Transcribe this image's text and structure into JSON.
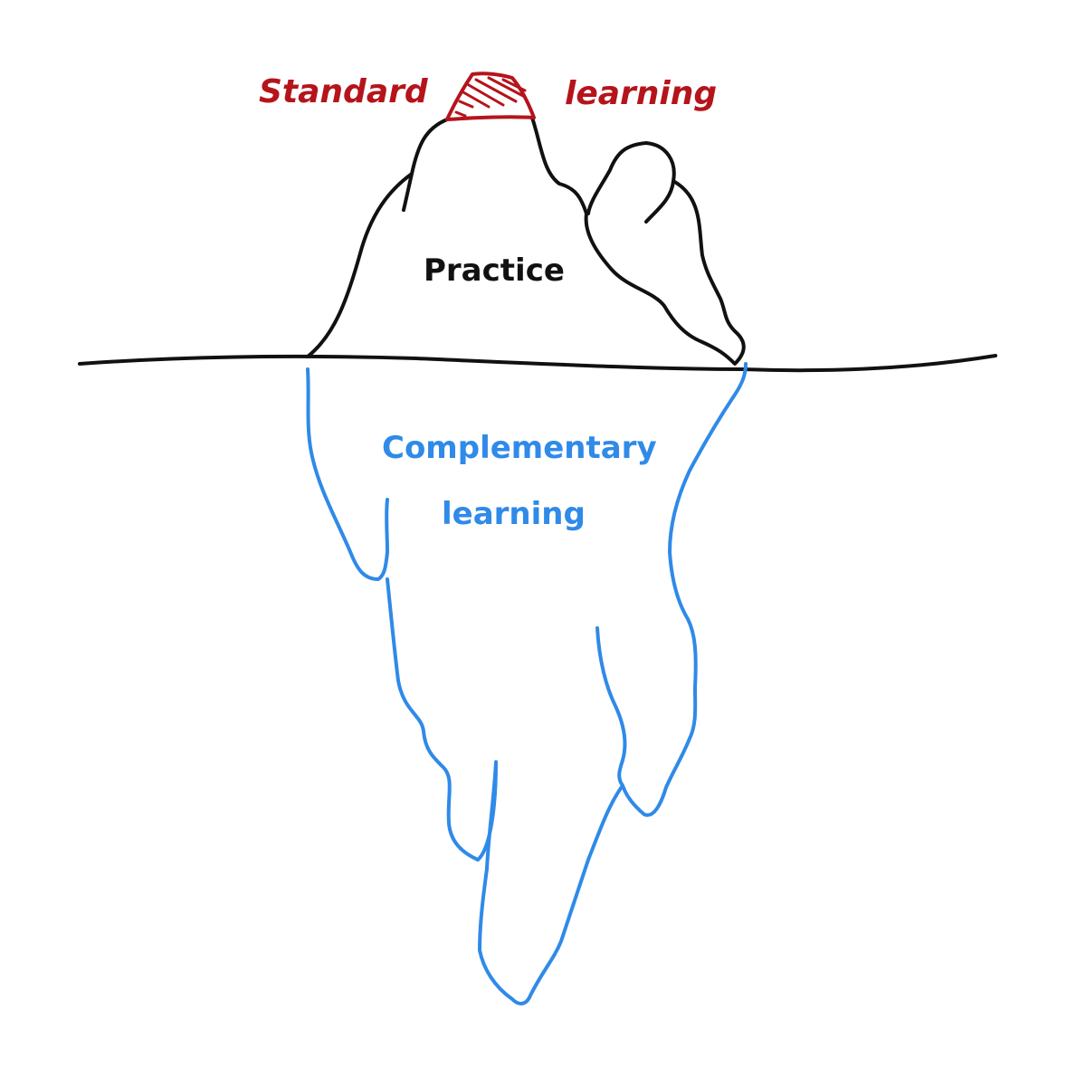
{
  "labels": {
    "tip_left": "Standard",
    "tip_right": "learning",
    "above_water": "Practice",
    "below_water_line1": "Complementary",
    "below_water_line2": "learning"
  },
  "colors": {
    "tip": "#b5141b",
    "ink": "#111111",
    "below_water": "#2f8ae8",
    "background": "#ffffff"
  }
}
